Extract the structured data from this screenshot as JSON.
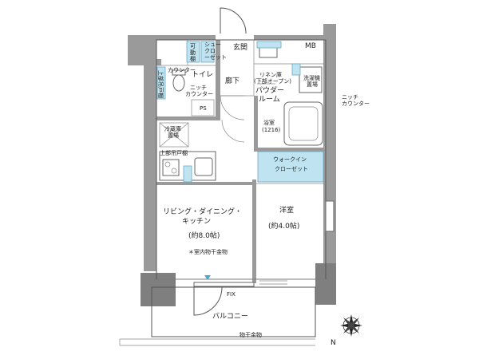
{
  "labels": {
    "mb": "MB",
    "genkan": "玄関",
    "rouka": "廊下",
    "toilet": "トイレ",
    "counter_top": "カウンター",
    "upper_shelf_left": "上部吊戸棚",
    "niche_counter_left": "ニッチ\nカウンター",
    "kadou_shelf": "可\n動\n棚",
    "shoe_cl": "シュー\nクローゼット",
    "linen": "リネン庫\n(下部オープン)",
    "powder": "パウダー\nルーム",
    "sentaku": "洗濯機\n置場",
    "niche_counter_right": "ニッチ\nカウンター",
    "ps": "PS",
    "yokushitsu": "浴室\n(1216)",
    "reizouko": "冷蔵庫\n置場",
    "upper_cabinet": "上部吊戸棚",
    "walkin": "ウォークイン\nクローゼット",
    "ldk": "リビング・ダイニング・\nキッチン",
    "ldk_size": "(約8.0帖)",
    "indoor_dry": "＊室内物干金物",
    "youshitsu": "洋室",
    "youshitsu_size": "(約4.0帖)",
    "fix": "FIX",
    "balcony": "バルコニー",
    "outdoor_dry": "物干金物",
    "north": "N"
  }
}
